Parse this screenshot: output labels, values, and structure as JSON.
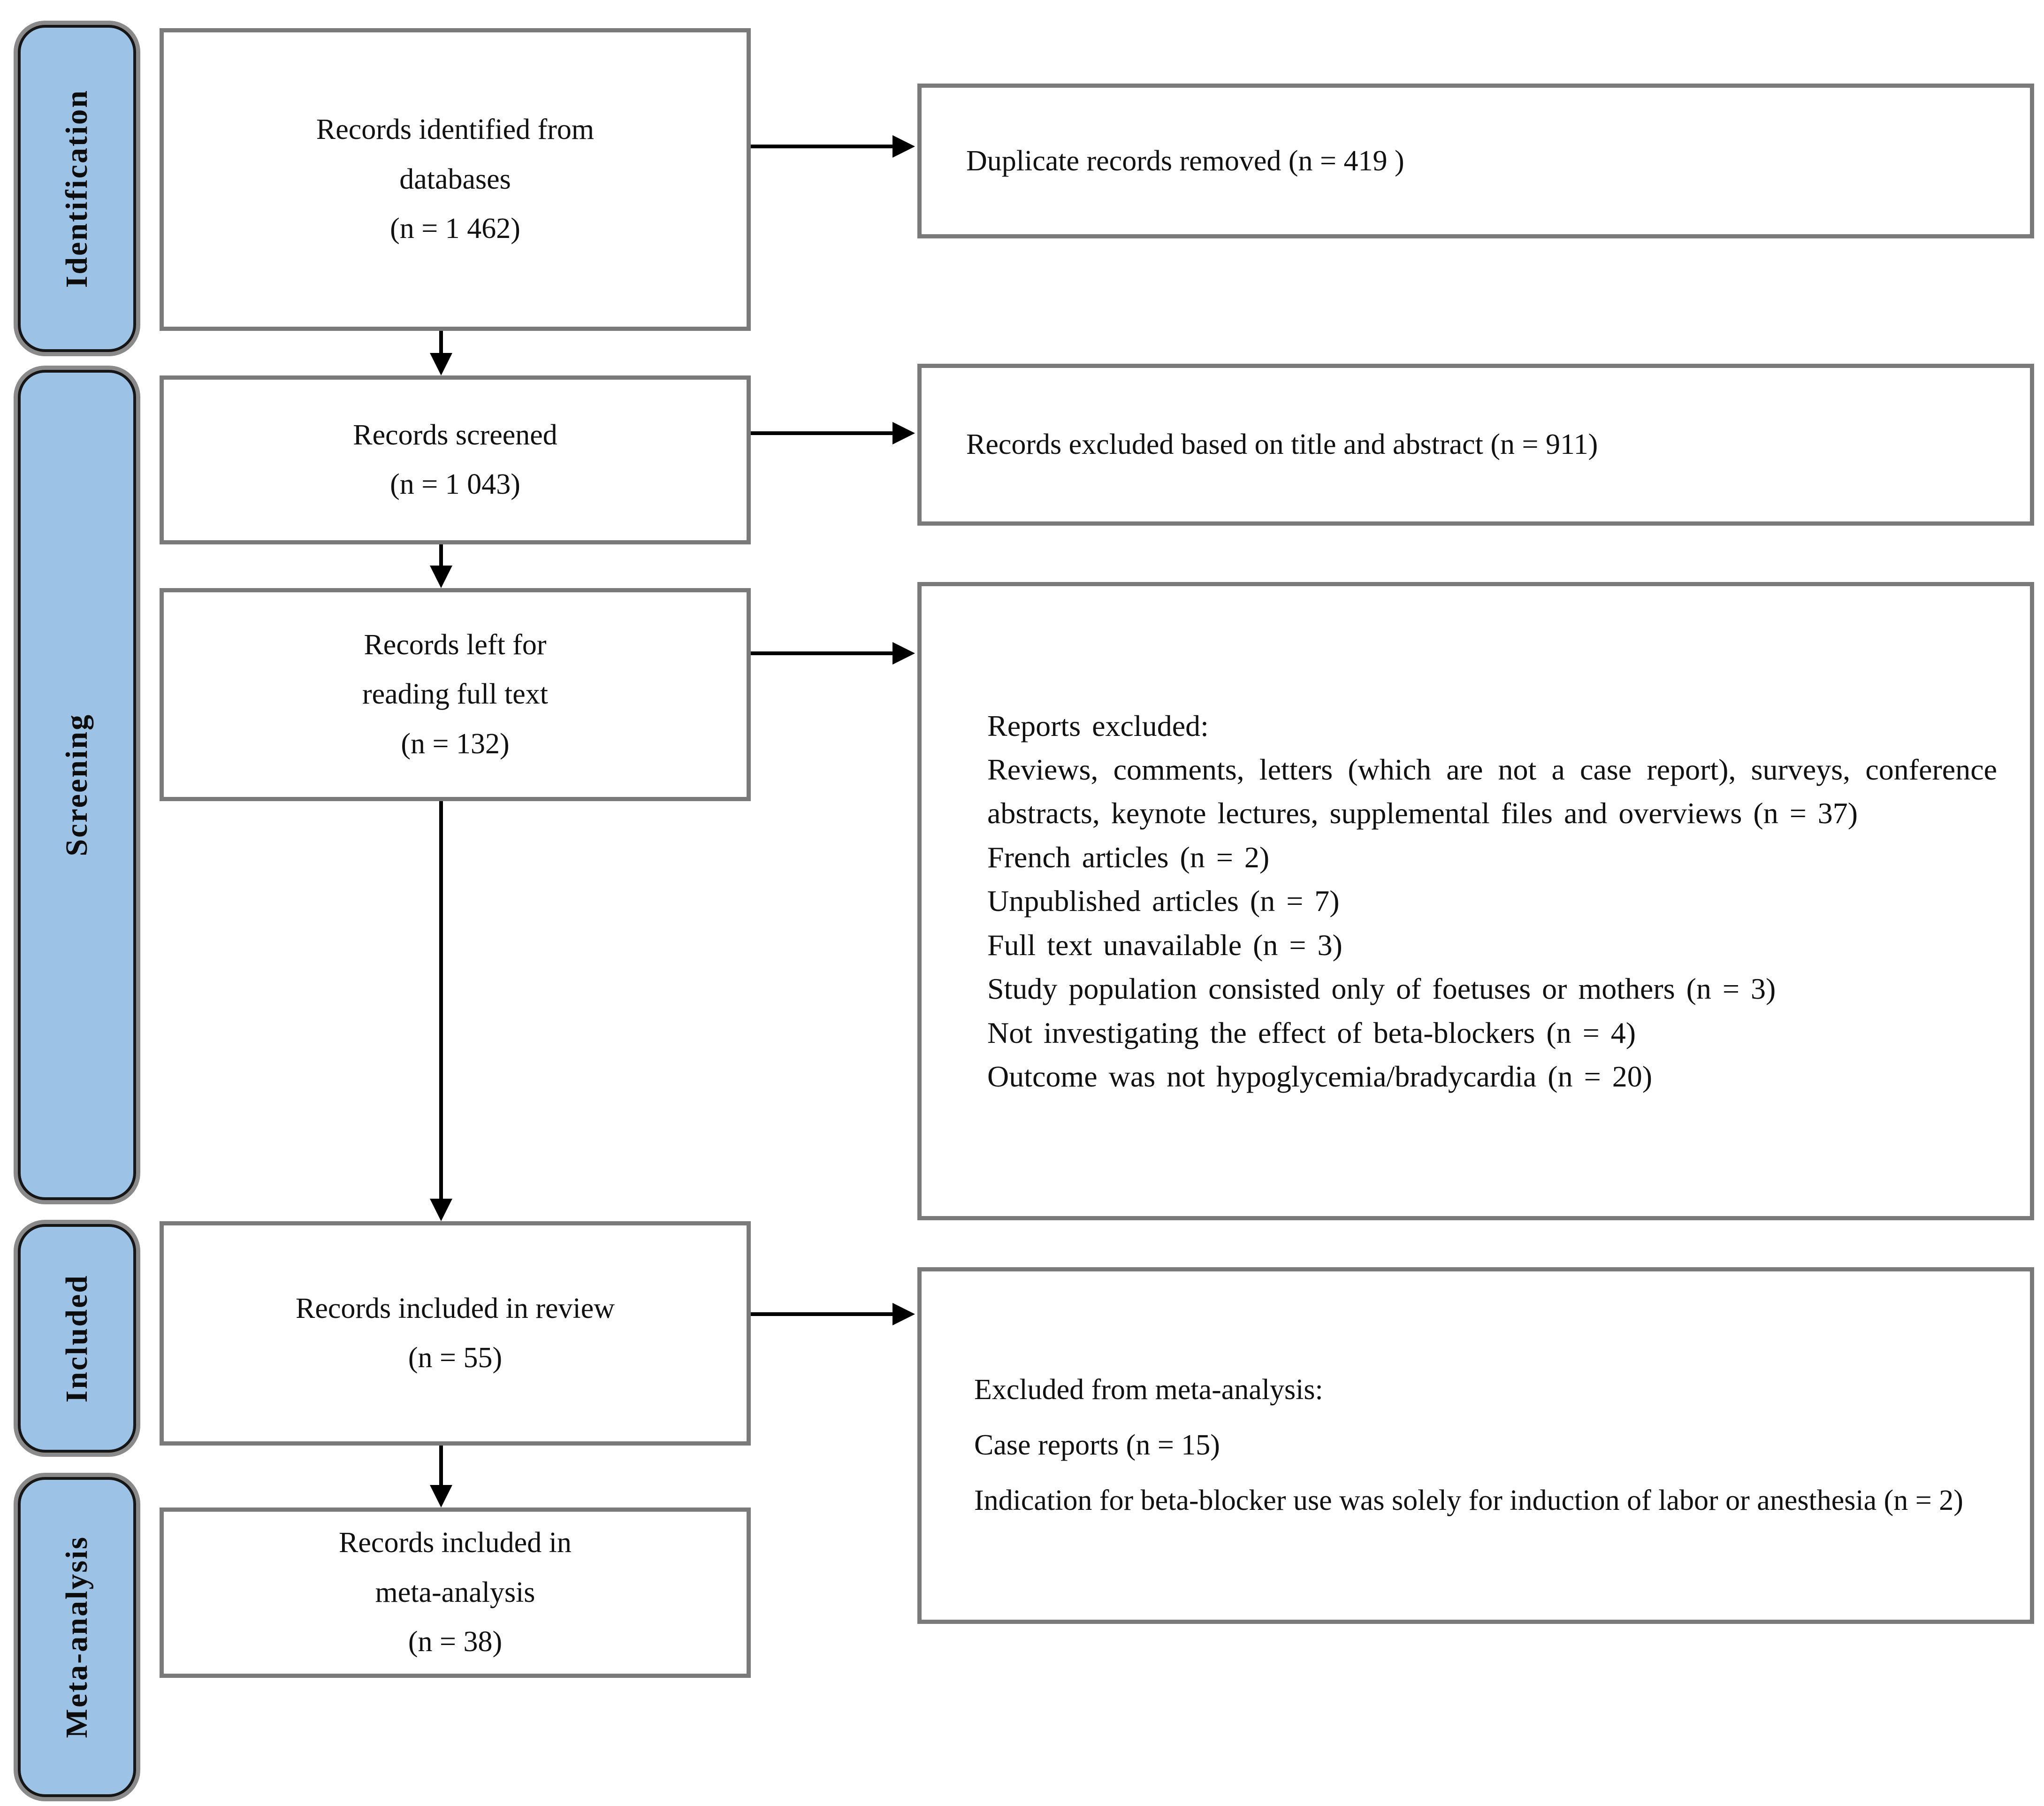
{
  "diagram": {
    "type": "prisma-flow-diagram",
    "stages": [
      {
        "id": "identification",
        "label": "Identification"
      },
      {
        "id": "screening",
        "label": "Screening"
      },
      {
        "id": "included",
        "label": "Included"
      },
      {
        "id": "meta-analysis",
        "label": "Meta-analysis"
      }
    ],
    "flow_boxes": [
      {
        "id": "records-identified",
        "lines": [
          "Records identified from",
          "databases",
          "(n = 1 462)"
        ]
      },
      {
        "id": "records-screened",
        "lines": [
          "Records screened",
          "(n = 1 043)"
        ]
      },
      {
        "id": "records-full-text",
        "lines": [
          "Records left for",
          "reading full text",
          "(n = 132)"
        ]
      },
      {
        "id": "records-in-review",
        "lines": [
          "Records included in review",
          "(n = 55)"
        ]
      },
      {
        "id": "records-in-meta",
        "lines": [
          "Records included in",
          "meta-analysis",
          "(n = 38)"
        ]
      }
    ],
    "exclusion_boxes": [
      {
        "id": "duplicates-removed",
        "items": [
          "Duplicate records removed (n = 419 )"
        ]
      },
      {
        "id": "excluded-title-abstract",
        "items": [
          "Records excluded based on title and abstract (n = 911)"
        ]
      },
      {
        "id": "reports-excluded",
        "items": [
          "Reports excluded:",
          "Reviews, comments, letters (which are not a case report), surveys, conference abstracts, keynote lectures, supplemental files and overviews (n = 37)",
          "French articles (n = 2)",
          "Unpublished articles (n = 7)",
          "Full text unavailable (n = 3)",
          "Study population consisted only of foetuses or mothers (n = 3)",
          "Not investigating the effect of beta-blockers (n = 4)",
          "Outcome was not hypoglycemia/bradycardia (n = 20)"
        ]
      },
      {
        "id": "excluded-from-meta",
        "items": [
          "Excluded from meta-analysis:",
          "Case reports (n = 15)",
          "Indication for beta-blocker use was solely for induction of labor or anesthesia (n = 2)"
        ]
      }
    ],
    "arrows": [
      {
        "from": "records-identified",
        "to": "records-screened",
        "direction": "down"
      },
      {
        "from": "records-identified",
        "to": "duplicates-removed",
        "direction": "right"
      },
      {
        "from": "records-screened",
        "to": "records-full-text",
        "direction": "down"
      },
      {
        "from": "records-screened",
        "to": "excluded-title-abstract",
        "direction": "right"
      },
      {
        "from": "records-full-text",
        "to": "records-in-review",
        "direction": "down"
      },
      {
        "from": "records-full-text",
        "to": "reports-excluded",
        "direction": "right"
      },
      {
        "from": "records-in-review",
        "to": "records-in-meta",
        "direction": "down"
      },
      {
        "from": "records-in-review",
        "to": "excluded-from-meta",
        "direction": "right"
      }
    ],
    "colors": {
      "stage_fill": "#9CC3E6",
      "stage_border": "#161616",
      "stage_shadow": "#8a8a8a",
      "box_border": "#7a7a7a",
      "arrow": "#000000",
      "text": "#111111",
      "background": "#ffffff"
    }
  }
}
